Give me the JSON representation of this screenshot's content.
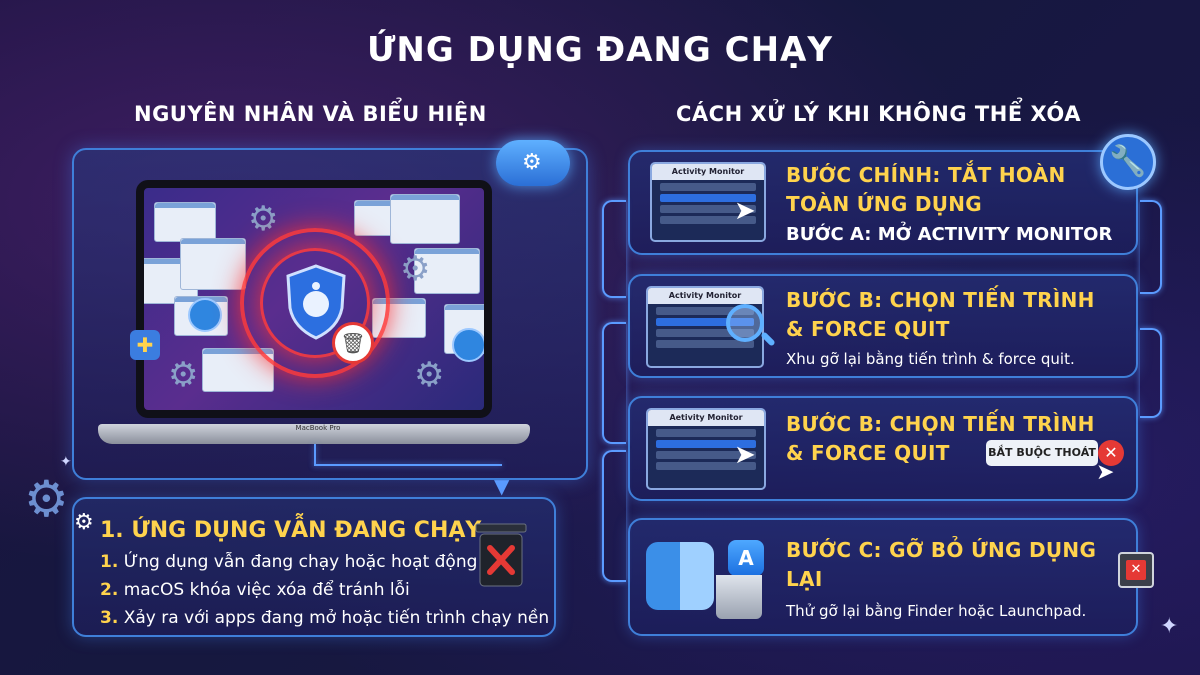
{
  "title": "ỨNG DỤNG ĐANG CHẠY",
  "left_heading": "NGUYÊN NHÂN VÀ BIỂU HIỆN",
  "right_heading": "CÁCH XỬ LÝ KHI KHÔNG THỂ XÓA",
  "laptop_brand": "MacBook Pro",
  "cause": {
    "title": "1. ỨNG DỤNG VẪN ĐANG CHẠY",
    "items": [
      {
        "num": "1.",
        "text": "Ứng dụng vẫn đang chạy hoặc hoạt động"
      },
      {
        "num": "2.",
        "text": "macOS khóa việc xóa để tránh lỗi"
      },
      {
        "num": "3.",
        "text": "Xảy ra với apps đang mở hoặc tiến trình chạy nền"
      }
    ]
  },
  "steps": [
    {
      "window_title": "Activity Monitor",
      "heading_line1": "BƯỚC CHÍNH: TẮT HOÀN",
      "heading_line2": "TOÀN ỨNG DỤNG",
      "sub": "BƯỚC A: MỞ ACTIVITY MONITOR"
    },
    {
      "window_title": "Activity Monitor",
      "heading_line1": "BƯỚC B: CHỌN TIẾN TRÌNH",
      "heading_line2": "& FORCE QUIT",
      "sub": "Xhu gỡ lại bằng tiến trình & force quit."
    },
    {
      "window_title": "Aetivity Monitor",
      "heading_line1": "BƯỚC B: CHỌN TIẾN TRÌNH",
      "heading_line2": "& FORCE QUIT",
      "force_button": "BẮT BUỘC THOÁT"
    },
    {
      "heading_line1": "BƯỚC C: GỠ BỎ ỨNG DỤNG",
      "heading_line2": "LẠI",
      "sub": "Thử gỡ lại bằng Finder hoặc Launchpad."
    }
  ],
  "colors": {
    "accent_yellow": "#ffd34d",
    "panel_border": "#3f7fd9",
    "alert_red": "#e53935"
  }
}
